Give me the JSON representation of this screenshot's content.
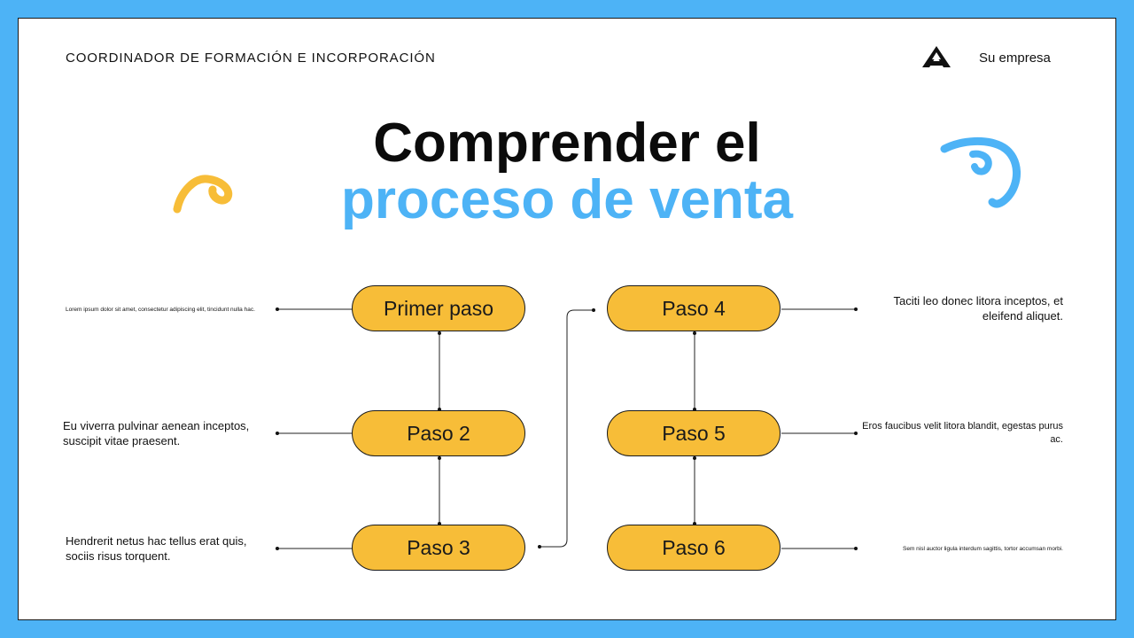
{
  "header": {
    "role_label": "COORDINADOR DE FORMACIÓN E INCORPORACIÓN",
    "company_name": "Su empresa"
  },
  "title": {
    "line1": "Comprender el",
    "line2": "proceso de venta"
  },
  "colors": {
    "frame": "#4db3f6",
    "accent": "#4db3f6",
    "pill": "#f7bd38",
    "doodle_yellow": "#f7bd38",
    "doodle_blue": "#4db3f6"
  },
  "steps": [
    {
      "label": "Primer paso",
      "description": "Lorem ipsum dolor sit amet, consectetur adipiscing elit, tincidunt nulla hac."
    },
    {
      "label": "Paso 2",
      "description": "Eu viverra pulvinar aenean inceptos, suscipit vitae praesent."
    },
    {
      "label": "Paso 3",
      "description": "Hendrerit netus hac tellus erat quis, sociis risus torquent."
    },
    {
      "label": "Paso 4",
      "description": "Taciti leo donec litora inceptos, et eleifend aliquet."
    },
    {
      "label": "Paso 5",
      "description": "Eros faucibus velit litora blandit, egestas purus ac."
    },
    {
      "label": "Paso 6",
      "description": "Sem nisl auctor ligula interdum sagittis, tortor accumsan morbi."
    }
  ]
}
